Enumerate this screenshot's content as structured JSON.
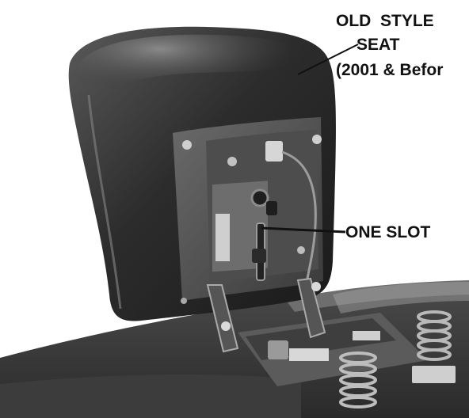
{
  "callouts": {
    "seat_style_line1": "OLD  STYLE",
    "seat_style_line2": "SEAT",
    "seat_style_line3": "(2001 & Befor",
    "slot_label": "ONE SLOT"
  },
  "colors": {
    "background": "#ffffff",
    "seat_dark": "#2a2a2a",
    "metal_mid": "#8a8a8a",
    "text": "#111111"
  }
}
